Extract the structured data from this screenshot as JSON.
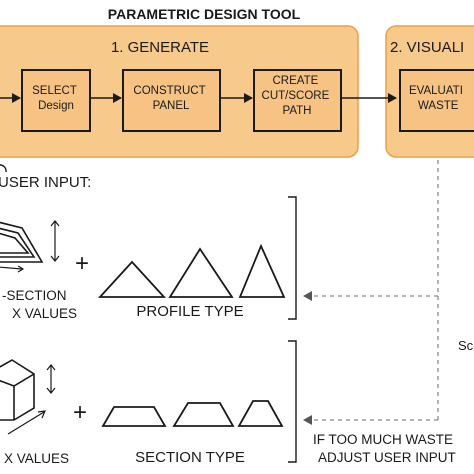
{
  "title": "PARAMETRIC DESIGN TOOL",
  "colors": {
    "panel_fill": "#f7c98a",
    "panel_stroke": "#e8a24a",
    "box_fill": "#f6c385",
    "ink": "#1a1a1a",
    "dash": "#8a8a8a"
  },
  "generate": {
    "heading": "1. GENERATE",
    "steps": [
      {
        "lines": [
          "SELECT",
          "Design"
        ]
      },
      {
        "lines": [
          "CONSTRUCT",
          "PANEL"
        ]
      },
      {
        "lines": [
          "CREATE",
          "CUT/SCORE",
          "PATH"
        ]
      }
    ]
  },
  "visualize": {
    "heading": "2. VISUALI",
    "box_lines": [
      "EVALUATI",
      "WASTE"
    ]
  },
  "user_input": {
    "heading": "USER INPUT:",
    "cross_section_label": [
      "-SECTION",
      "X VALUES"
    ],
    "profile_type_label": "PROFILE TYPE",
    "bottom_left_label": "X VALUES",
    "section_type_label": "SECTION TYPE",
    "plus": "+"
  },
  "feedback": {
    "side_text": "Sc",
    "note_lines": [
      "IF TOO MUCH WASTE",
      "ADJUST USER INPUT"
    ]
  }
}
